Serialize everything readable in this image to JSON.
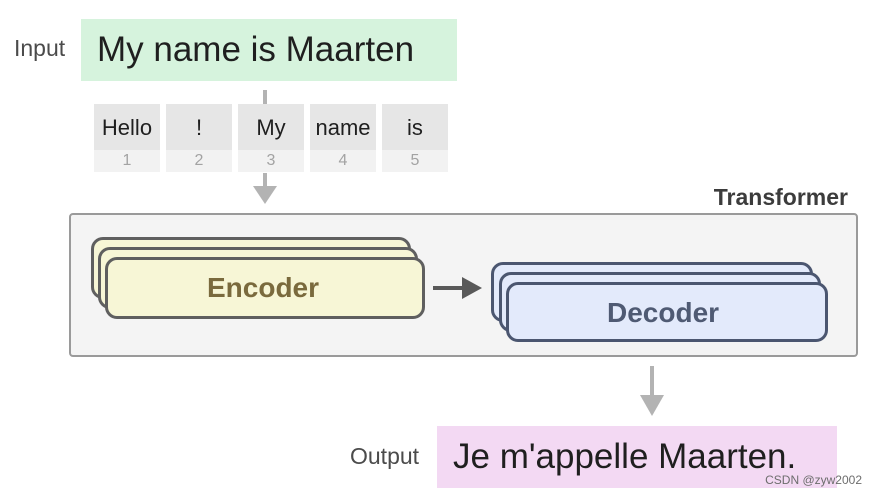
{
  "input": {
    "label": "Input",
    "text": "My name is Maarten"
  },
  "tokens": [
    {
      "text": "Hello",
      "id": "1"
    },
    {
      "text": "!",
      "id": "2"
    },
    {
      "text": "My",
      "id": "3"
    },
    {
      "text": "name",
      "id": "4"
    },
    {
      "text": "is",
      "id": "5"
    }
  ],
  "transformer": {
    "label": "Transformer",
    "encoder_label": "Encoder",
    "decoder_label": "Decoder"
  },
  "output": {
    "label": "Output",
    "text": "Je m'appelle Maarten."
  },
  "watermark": "CSDN @zyw2002",
  "colors": {
    "input_bg": "#d6f3dd",
    "output_bg": "#f3d9f3",
    "encoder_bg": "#f7f6d6",
    "decoder_bg": "#e3eafb",
    "arrow": "#b3b3b3",
    "arrow_dark": "#595959"
  }
}
